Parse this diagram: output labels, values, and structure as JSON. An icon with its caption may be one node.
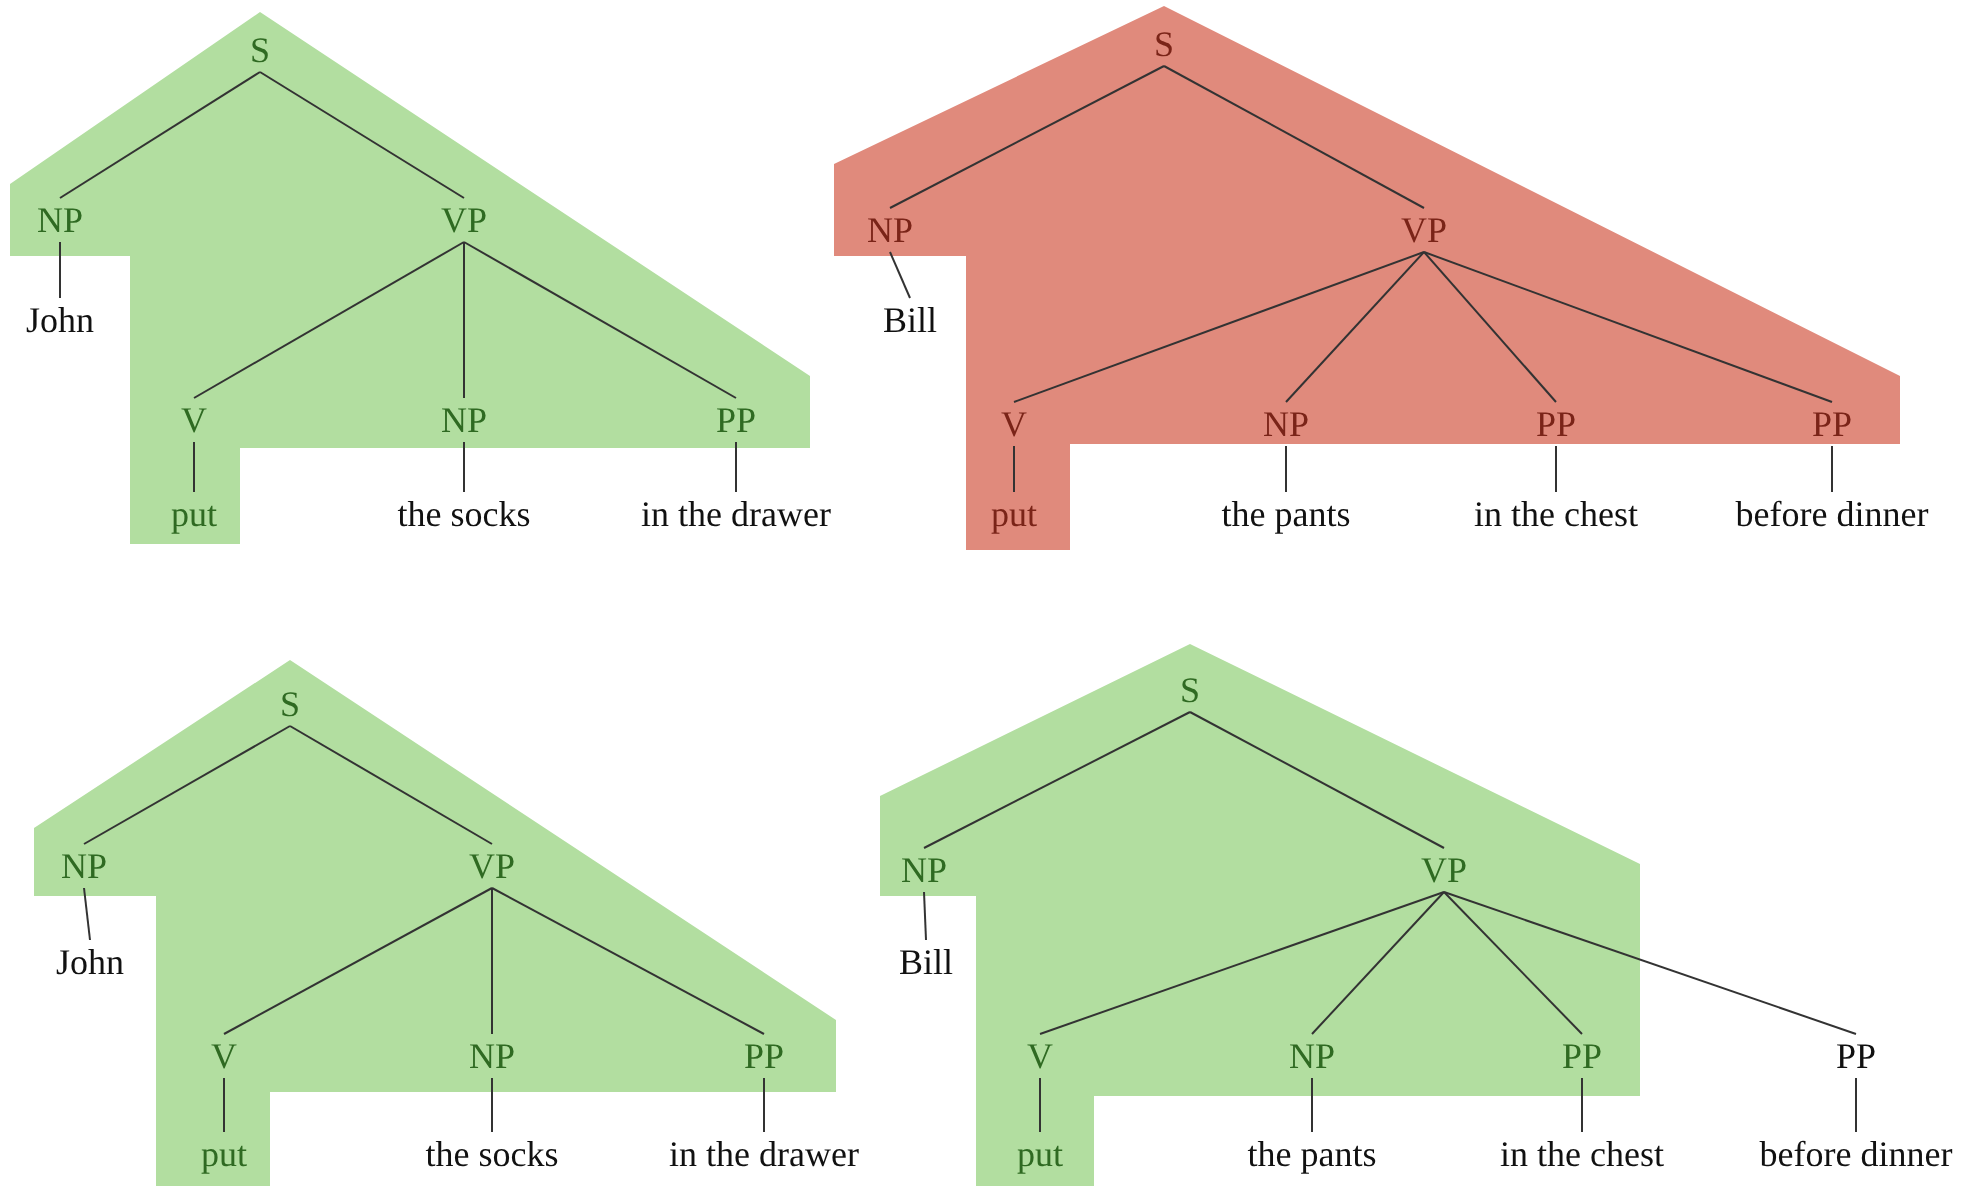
{
  "diagram": {
    "nodes": [
      {
        "text": [
          "S"
        ]
      },
      {
        "text": [
          "NP"
        ]
      },
      {
        "text": [
          "VP"
        ]
      },
      {
        "text": [
          "John"
        ]
      },
      {
        "text": [
          "V"
        ]
      },
      {
        "text": [
          "NP"
        ]
      },
      {
        "text": [
          "PP"
        ]
      },
      {
        "text": [
          "put"
        ]
      },
      {
        "text": [
          "the socks"
        ]
      },
      {
        "text": [
          "in the drawer"
        ]
      },
      {
        "text": [
          "S"
        ]
      },
      {
        "text": [
          "NP"
        ]
      },
      {
        "text": [
          "VP"
        ]
      },
      {
        "text": [
          "Bill"
        ]
      },
      {
        "text": [
          "V"
        ]
      },
      {
        "text": [
          "NP"
        ]
      },
      {
        "text": [
          "PP"
        ]
      },
      {
        "text": [
          "PP"
        ]
      },
      {
        "text": [
          "put"
        ]
      },
      {
        "text": [
          "the pants"
        ]
      },
      {
        "text": [
          "in the chest"
        ]
      },
      {
        "text": [
          "before dinner"
        ]
      },
      {
        "text": [
          "S"
        ]
      },
      {
        "text": [
          "NP"
        ]
      },
      {
        "text": [
          "VP"
        ]
      },
      {
        "text": [
          "John"
        ]
      },
      {
        "text": [
          "V"
        ]
      },
      {
        "text": [
          "NP"
        ]
      },
      {
        "text": [
          "PP"
        ]
      },
      {
        "text": [
          "put"
        ]
      },
      {
        "text": [
          "the socks"
        ]
      },
      {
        "text": [
          "in the drawer"
        ]
      },
      {
        "text": [
          "S"
        ]
      },
      {
        "text": [
          "NP"
        ]
      },
      {
        "text": [
          "VP"
        ]
      },
      {
        "text": [
          "Bill"
        ]
      },
      {
        "text": [
          "V"
        ]
      },
      {
        "text": [
          "NP"
        ]
      },
      {
        "text": [
          "PP"
        ]
      },
      {
        "text": [
          "PP"
        ]
      },
      {
        "text": [
          "put"
        ]
      },
      {
        "text": [
          "the pants"
        ]
      },
      {
        "text": [
          "in the chest"
        ]
      },
      {
        "text": [
          "before dinner"
        ]
      }
    ],
    "edges": [
      {
        "from": 0,
        "to": 1,
        "arrow": "none"
      },
      {
        "from": 0,
        "to": 2,
        "arrow": "none"
      },
      {
        "from": 1,
        "to": 3,
        "arrow": "none"
      },
      {
        "from": 2,
        "to": 4,
        "arrow": "none"
      },
      {
        "from": 2,
        "to": 5,
        "arrow": "none"
      },
      {
        "from": 2,
        "to": 6,
        "arrow": "none"
      },
      {
        "from": 4,
        "to": 7,
        "arrow": "none"
      },
      {
        "from": 5,
        "to": 8,
        "arrow": "none"
      },
      {
        "from": 6,
        "to": 9,
        "arrow": "none"
      },
      {
        "from": 10,
        "to": 11,
        "arrow": "none"
      },
      {
        "from": 10,
        "to": 12,
        "arrow": "none"
      },
      {
        "from": 11,
        "to": 13,
        "arrow": "none"
      },
      {
        "from": 12,
        "to": 14,
        "arrow": "none"
      },
      {
        "from": 12,
        "to": 15,
        "arrow": "none"
      },
      {
        "from": 12,
        "to": 16,
        "arrow": "none"
      },
      {
        "from": 12,
        "to": 17,
        "arrow": "none"
      },
      {
        "from": 14,
        "to": 18,
        "arrow": "none"
      },
      {
        "from": 15,
        "to": 19,
        "arrow": "none"
      },
      {
        "from": 16,
        "to": 20,
        "arrow": "none"
      },
      {
        "from": 17,
        "to": 21,
        "arrow": "none"
      },
      {
        "from": 22,
        "to": 23,
        "arrow": "none"
      },
      {
        "from": 22,
        "to": 24,
        "arrow": "none"
      },
      {
        "from": 23,
        "to": 25,
        "arrow": "none"
      },
      {
        "from": 24,
        "to": 26,
        "arrow": "none"
      },
      {
        "from": 24,
        "to": 27,
        "arrow": "none"
      },
      {
        "from": 24,
        "to": 28,
        "arrow": "none"
      },
      {
        "from": 26,
        "to": 29,
        "arrow": "none"
      },
      {
        "from": 27,
        "to": 30,
        "arrow": "none"
      },
      {
        "from": 28,
        "to": 31,
        "arrow": "none"
      },
      {
        "from": 32,
        "to": 33,
        "arrow": "none"
      },
      {
        "from": 32,
        "to": 34,
        "arrow": "none"
      },
      {
        "from": 33,
        "to": 35,
        "arrow": "none"
      },
      {
        "from": 34,
        "to": 36,
        "arrow": "none"
      },
      {
        "from": 34,
        "to": 37,
        "arrow": "none"
      },
      {
        "from": 34,
        "to": 38,
        "arrow": "none"
      },
      {
        "from": 34,
        "to": 39,
        "arrow": "none"
      },
      {
        "from": 36,
        "to": 40,
        "arrow": "none"
      },
      {
        "from": 37,
        "to": 41,
        "arrow": "none"
      },
      {
        "from": 38,
        "to": 42,
        "arrow": "none"
      },
      {
        "from": 39,
        "to": 43,
        "arrow": "none"
      }
    ]
  }
}
